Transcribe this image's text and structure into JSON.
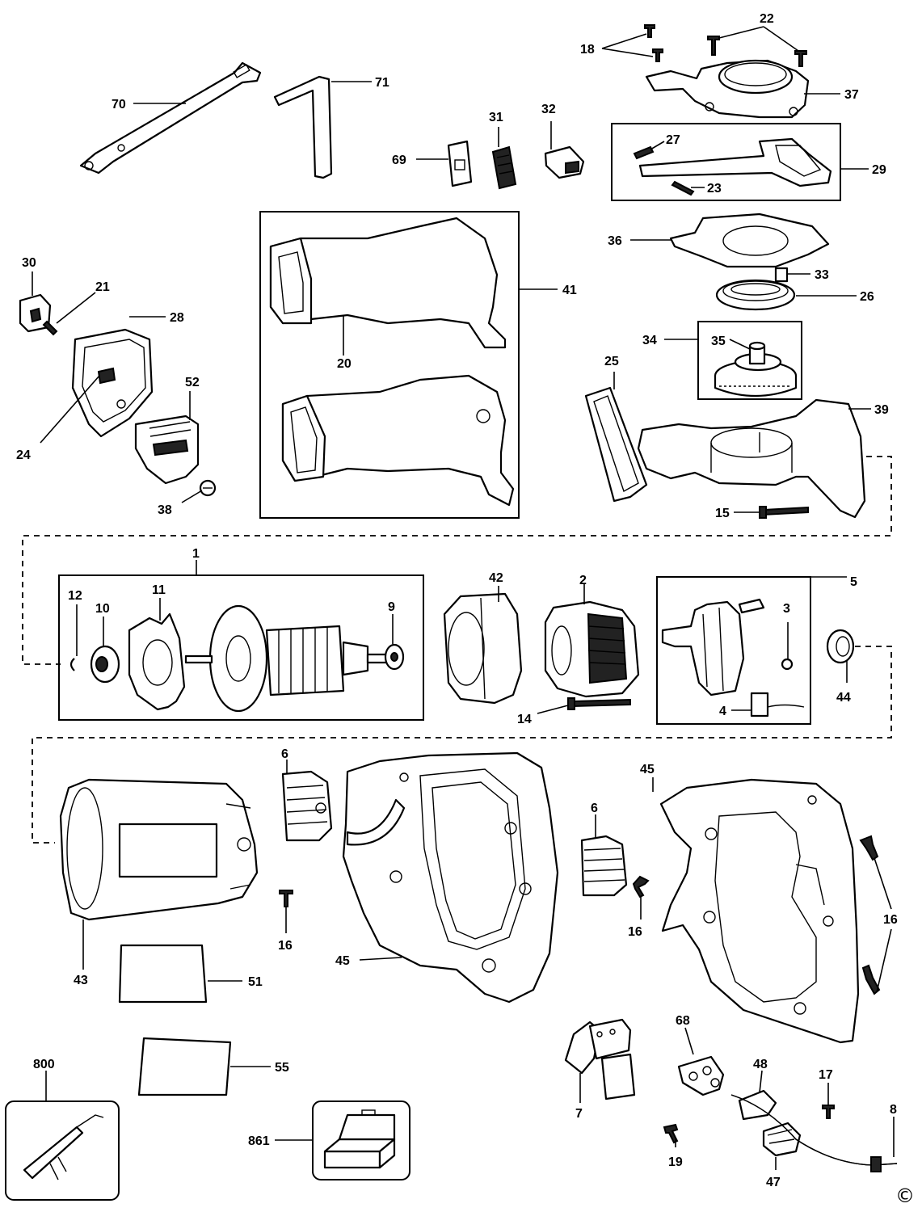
{
  "diagram": {
    "copyright_symbol": "©",
    "callouts": {
      "c70": "70",
      "c71": "71",
      "c18": "18",
      "c22": "22",
      "c37": "37",
      "c31": "31",
      "c32": "32",
      "c69": "69",
      "c27": "27",
      "c29": "29",
      "c23": "23",
      "c36": "36",
      "c33": "33",
      "c26": "26",
      "c34": "34",
      "c35": "35",
      "c30": "30",
      "c21": "21",
      "c28": "28",
      "c52": "52",
      "c24": "24",
      "c38": "38",
      "c41": "41",
      "c20": "20",
      "c25": "25",
      "c39": "39",
      "c15": "15",
      "c1": "1",
      "c12": "12",
      "c10": "10",
      "c11": "11",
      "c9": "9",
      "c42": "42",
      "c2": "2",
      "c14": "14",
      "c5": "5",
      "c3": "3",
      "c4": "4",
      "c44": "44",
      "c6a": "6",
      "c6b": "6",
      "c45a": "45",
      "c45b": "45",
      "c16a": "16",
      "c16b": "16",
      "c16c": "16",
      "c43": "43",
      "c51": "51",
      "c55": "55",
      "c800": "800",
      "c861": "861",
      "c7": "7",
      "c68": "68",
      "c19": "19",
      "c48": "48",
      "c17": "17",
      "c8": "8",
      "c47": "47"
    }
  }
}
